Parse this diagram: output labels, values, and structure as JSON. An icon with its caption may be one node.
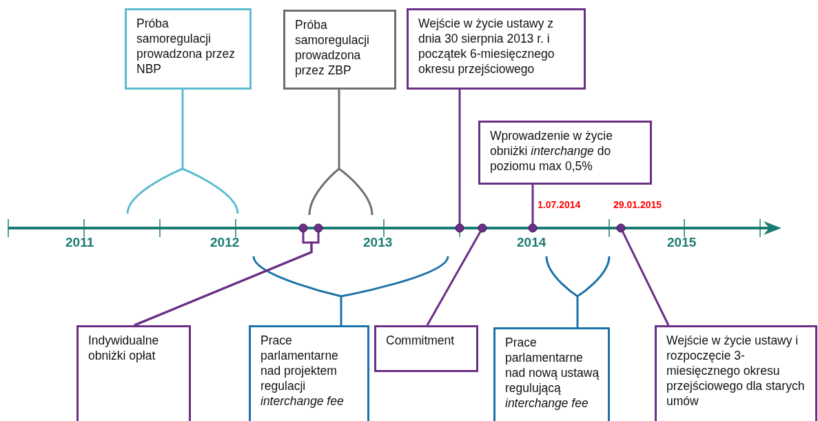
{
  "diagram": {
    "nodes": [
      {
        "text": [
          "Próba samoregulacji prowadzona przez NBP"
        ]
      },
      {
        "text": [
          "Próba samoregulacji prowadzona przez ZBP"
        ]
      },
      {
        "text": [
          "Wejście w życie ustawy z dnia 30 sierpnia 2013 r. i początek 6-miesięcznego okresu przejściowego"
        ]
      },
      {
        "text": [
          "Wprowadzenie w życie obniżki *interchange* do poziomu max 0,5%"
        ]
      },
      {
        "text": [
          "Indywidualne obniżki opłat"
        ]
      },
      {
        "text": [
          "Prace parlamentarne nad projektem regulacji *interchange fee*"
        ]
      },
      {
        "text": [
          "Commitment"
        ]
      },
      {
        "text": [
          "Prace parlamentarne nad nową ustawą regulującą *interchange fee*"
        ]
      },
      {
        "text": [
          "Wejście w życie ustawy i rozpoczęcie 3-miesięcznego okresu przejściowego dla starych umów"
        ]
      },
      {
        "text": [],
        "shape": "circle"
      },
      {
        "text": [],
        "shape": "circle"
      },
      {
        "text": [],
        "shape": "circle"
      },
      {
        "text": [],
        "shape": "circle"
      },
      {
        "text": [],
        "shape": "circle"
      },
      {
        "text": [],
        "shape": "circle"
      }
    ],
    "edges": [
      {
        "from": 2,
        "to": 11,
        "arrow": "none"
      },
      {
        "from": 3,
        "to": 13,
        "arrow": "none"
      },
      {
        "from": 4,
        "to": 9,
        "arrow": "none"
      },
      {
        "from": 4,
        "to": 10,
        "arrow": "none"
      },
      {
        "from": 6,
        "to": 12,
        "arrow": "none"
      },
      {
        "from": 8,
        "to": 14,
        "arrow": "none"
      }
    ],
    "labels": [
      "1.07.2014",
      "29.01.2015",
      "2011",
      "2012",
      "2013",
      "2014",
      "2015"
    ]
  }
}
